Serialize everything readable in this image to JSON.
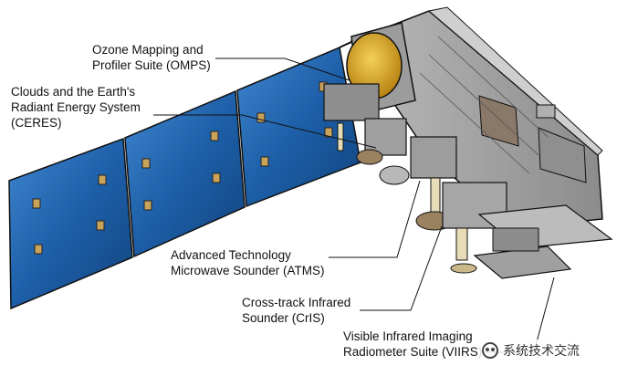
{
  "labels": {
    "omps": [
      "Ozone Mapping and",
      "Profiler Suite (OMPS)"
    ],
    "ceres": [
      "Clouds and the Earth's",
      "Radiant Energy System",
      "(CERES)"
    ],
    "atms": [
      "Advanced Technology",
      "Microwave Sounder (ATMS)"
    ],
    "cris": [
      "Cross-track Infrared",
      "Sounder (CrIS)"
    ],
    "viirs": [
      "Visible Infrared Imaging",
      "Radiometer Suite (VIIRS)"
    ]
  },
  "watermark": "系统技术交流",
  "colors": {
    "panel_blue": "#1d5fa8",
    "panel_highlight": "#4a8bd0",
    "bus_gray": "#a9a9a9",
    "gold": "#e0a81e"
  }
}
